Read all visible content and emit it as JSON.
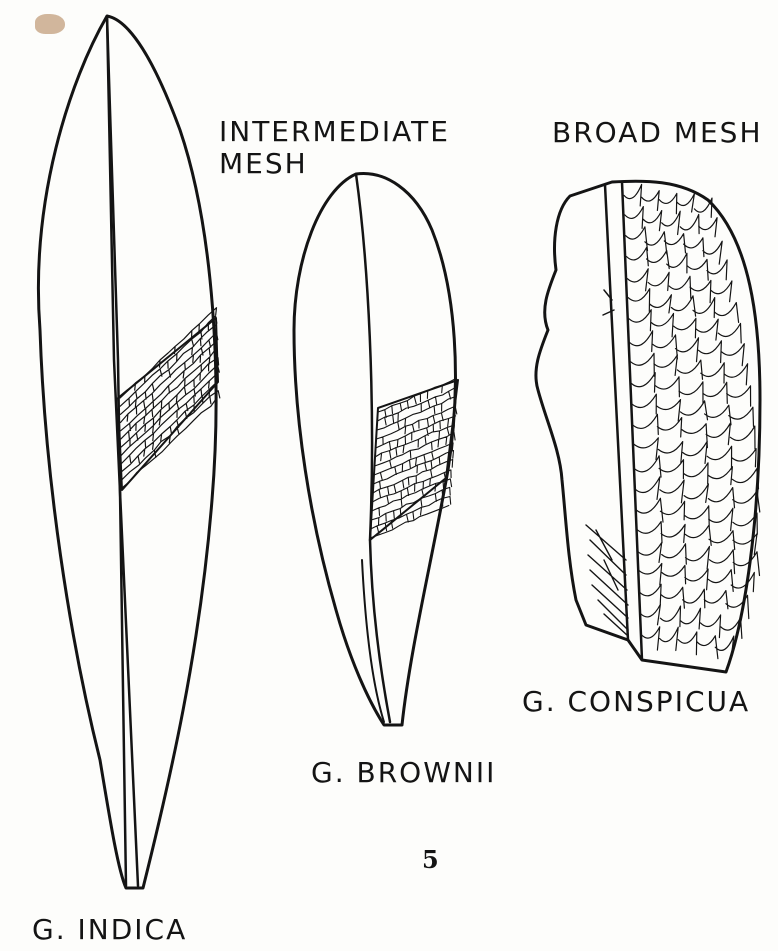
{
  "figure": {
    "labels": {
      "intermediate_line1": "INTERMEDIATE",
      "intermediate_line2": "MESH",
      "broad": "BROAD MESH",
      "indica": "G. INDICA",
      "brownii": "G. BROWNII",
      "conspicua": "G. CONSPICUA"
    },
    "plate_number": "5"
  },
  "colors": {
    "ink": "#141414",
    "paper": "#fdfdfb",
    "stain": "#c9a98b"
  }
}
